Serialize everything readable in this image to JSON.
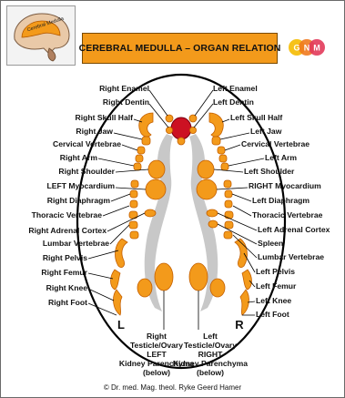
{
  "header": {
    "title": "CEREBRAL MEDULLA – ORGAN RELATION",
    "thumbnail_label": "Cerebral Medulla",
    "logo_letters": [
      "G",
      "N",
      "M"
    ]
  },
  "colors": {
    "organ": "#f39a1b",
    "organ_outline": "#c45f00",
    "ventricle": "#c8c8c8",
    "center": "#cc1122",
    "title_bg": "#f39a1b"
  },
  "labels_right_side": [
    "Right Enamel",
    "Right Dentin",
    "Right Skull Half",
    "Right Jaw",
    "Cervical Vertebrae",
    "Right Arm",
    "Right Shoulder",
    "LEFT Myocardium",
    "Right Diaphragm",
    "Thoracic Vertebrae",
    "Right Adrenal Cortex",
    "Lumbar Vertebrae",
    "Right Pelvis",
    "Right Femur",
    "Right Knee",
    "Right Foot"
  ],
  "labels_left_side": [
    "Left Enamel",
    "Left Dentin",
    "Left Skull Half",
    "Left Jaw",
    "Cervical Vertebrae",
    "Left Arm",
    "Left Shoulder",
    "RIGHT Myocardium",
    "Left Diaphragm",
    "Thoracic Vertebrae",
    "Left Adrenal Cortex",
    "Spleen",
    "Lumbar Vertebrae",
    "Left Pelvis",
    "Left Femur",
    "Left Knee",
    "Left Foot"
  ],
  "side_letters": {
    "left": "L",
    "right": "R"
  },
  "bottom_left": [
    "Right",
    "Testicle/Ovary",
    "LEFT",
    "Kidney Parenchyma",
    "(below)"
  ],
  "bottom_right": [
    "Left",
    "Testicle/Ovary",
    "RIGHT",
    "Kidney Parenchyma",
    "(below)"
  ],
  "copyright": "© Dr. med. Mag. theol. Ryke Geerd Hamer"
}
